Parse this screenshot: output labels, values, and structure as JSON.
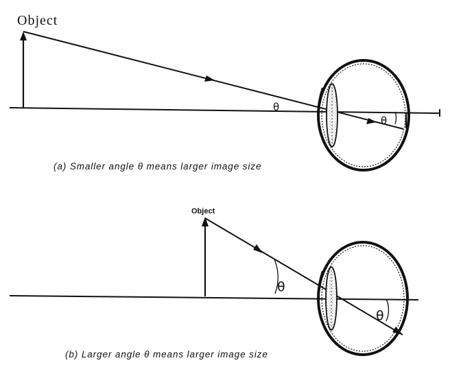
{
  "diagram_a": {
    "object_label": "Object",
    "theta_at_lens": "θ",
    "theta_in_eye": "θ",
    "caption": "(a) Smaller angle θ means larger image size"
  },
  "diagram_b": {
    "object_label": "Object",
    "theta_at_object": "θ",
    "theta_in_eye": "θ",
    "caption": "(b) Larger angle θ means larger image size"
  },
  "colors": {
    "ink": "#111111",
    "lens_fill": "#cfcfcf"
  }
}
